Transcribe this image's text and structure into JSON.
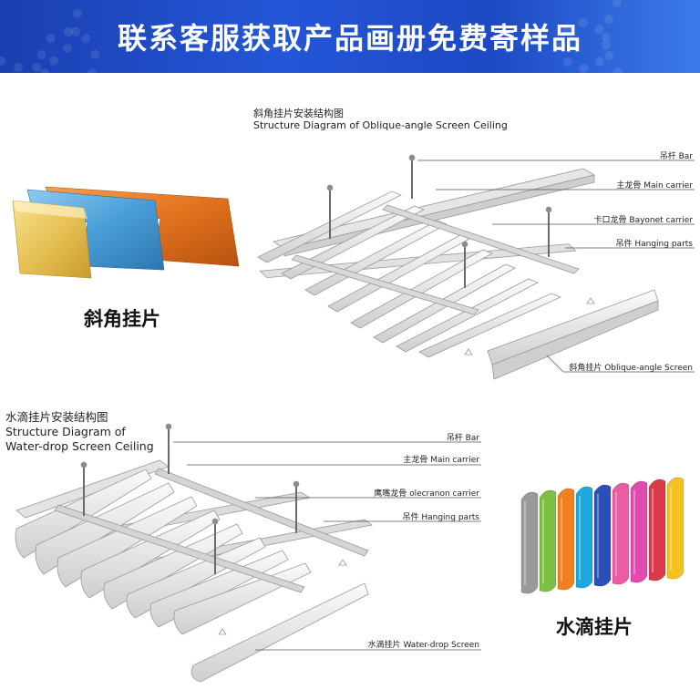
{
  "banner": {
    "title": "联系客服获取产品画册免费寄样品"
  },
  "oblique": {
    "title_cn": "斜角挂片安装结构图",
    "title_en": "Structure Diagram of Oblique-angle Screen Ceiling",
    "caption": "斜角挂片",
    "callouts": {
      "bar": "吊杆 Bar",
      "main_carrier": "主龙骨 Main carrier",
      "bayonet_carrier": "卡口龙骨 Bayonet carrier",
      "hanging_parts": "吊件  Hanging parts",
      "screen": "斜角挂片  Oblique-angle Screen"
    },
    "sample_colors": [
      "#e8c65a",
      "#4a9fd8",
      "#e3731f"
    ]
  },
  "waterdrop": {
    "title_cn": "水滴挂片安装结构图",
    "title_en_1": "Structure Diagram of",
    "title_en_2": "Water-drop Screen Ceiling",
    "caption": "水滴挂片",
    "callouts": {
      "bar": "吊杆 Bar",
      "main_carrier": "主龙骨 Main carrier",
      "olecranon_carrier": "鹰嘴龙骨 olecranon carrier",
      "hanging_parts": "吊件  Hanging parts",
      "screen": "水滴挂片  Water-drop Screen"
    },
    "sample_colors": [
      "#9a9a9a",
      "#7cc242",
      "#f07f1e",
      "#1da8e0",
      "#2b4fb8",
      "#ec5ca4",
      "#e04bb0",
      "#d93a4a",
      "#f3c21f"
    ]
  }
}
